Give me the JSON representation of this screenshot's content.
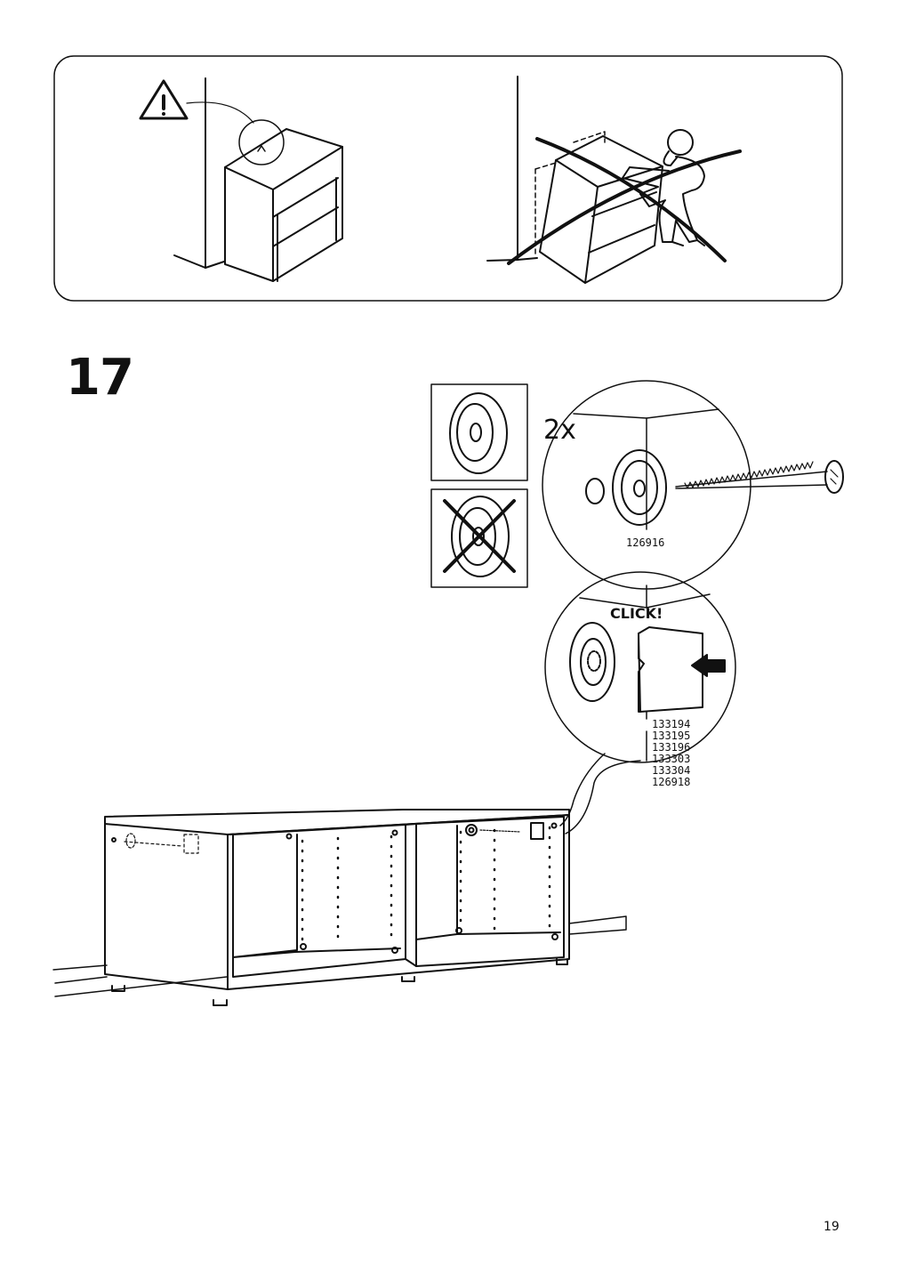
{
  "step_number": "17",
  "quantity": "2x",
  "screw_part_number": "126916",
  "click_label": "CLICK!",
  "cover_part_numbers": [
    "133194",
    "133195",
    "133196",
    "133303",
    "133304",
    "126918"
  ],
  "page_number": "19",
  "icons": [
    "warning-icon",
    "wrong-cross-icon",
    "insert-arrow-icon"
  ]
}
